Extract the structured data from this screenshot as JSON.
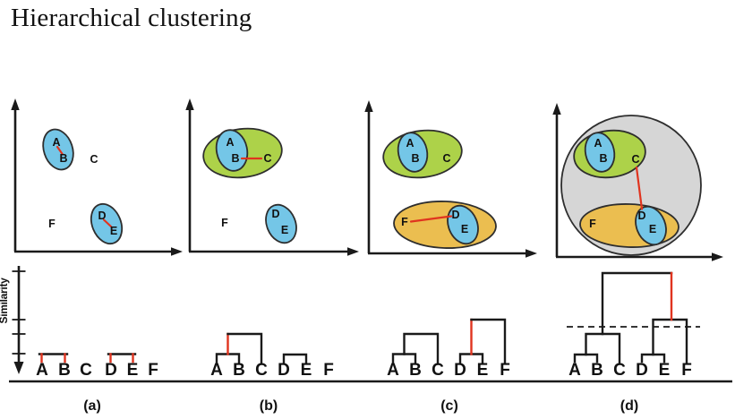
{
  "title": "Hierarchical clustering",
  "similarity_axis": {
    "label": "Similarity"
  },
  "leaves": [
    "A",
    "B",
    "C",
    "D",
    "E",
    "F"
  ],
  "panels": [
    {
      "caption": "(a)",
      "ellipse_groups": [
        "A,B",
        "D,E"
      ],
      "red_merge_links": [
        "A-B",
        "D-E"
      ]
    },
    {
      "caption": "(b)",
      "ellipse_groups": [
        "A,B",
        "A,B,C",
        "D,E"
      ],
      "red_merge_links": [
        "B-C"
      ]
    },
    {
      "caption": "(c)",
      "ellipse_groups": [
        "A,B",
        "A,B,C",
        "D,E",
        "D,E,F"
      ],
      "red_merge_links": [
        "F-D"
      ]
    },
    {
      "caption": "(d)",
      "ellipse_groups": [
        "A,B",
        "A,B,C",
        "D,E",
        "D,E,F",
        "A,B,C,D,E,F"
      ],
      "red_merge_links": [
        "C-D"
      ]
    }
  ],
  "colors": {
    "cluster_blue": "#74C6E7",
    "cluster_green": "#ADD249",
    "cluster_orange": "#EBBE50",
    "cluster_gray": "#D6D6D6",
    "merge_red": "#E0341F"
  }
}
